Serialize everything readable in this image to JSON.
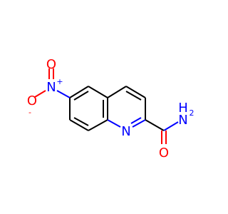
{
  "molecule": {
    "colors": {
      "bond": "#000000",
      "nitrogen": "#0000ff",
      "oxygen": "#ff0000"
    },
    "atoms": {
      "nitro_o_minus": {
        "symbol": "O",
        "charge": "-"
      },
      "nitro_n_plus": {
        "symbol": "N",
        "charge": "+"
      },
      "nitro_o_double": {
        "symbol": "O"
      },
      "ring_n": {
        "symbol": "N"
      },
      "amide_n": {
        "symbol": "N",
        "hydrogens": "H",
        "hydrogen_count": "2"
      },
      "amide_o": {
        "symbol": "O"
      }
    }
  }
}
